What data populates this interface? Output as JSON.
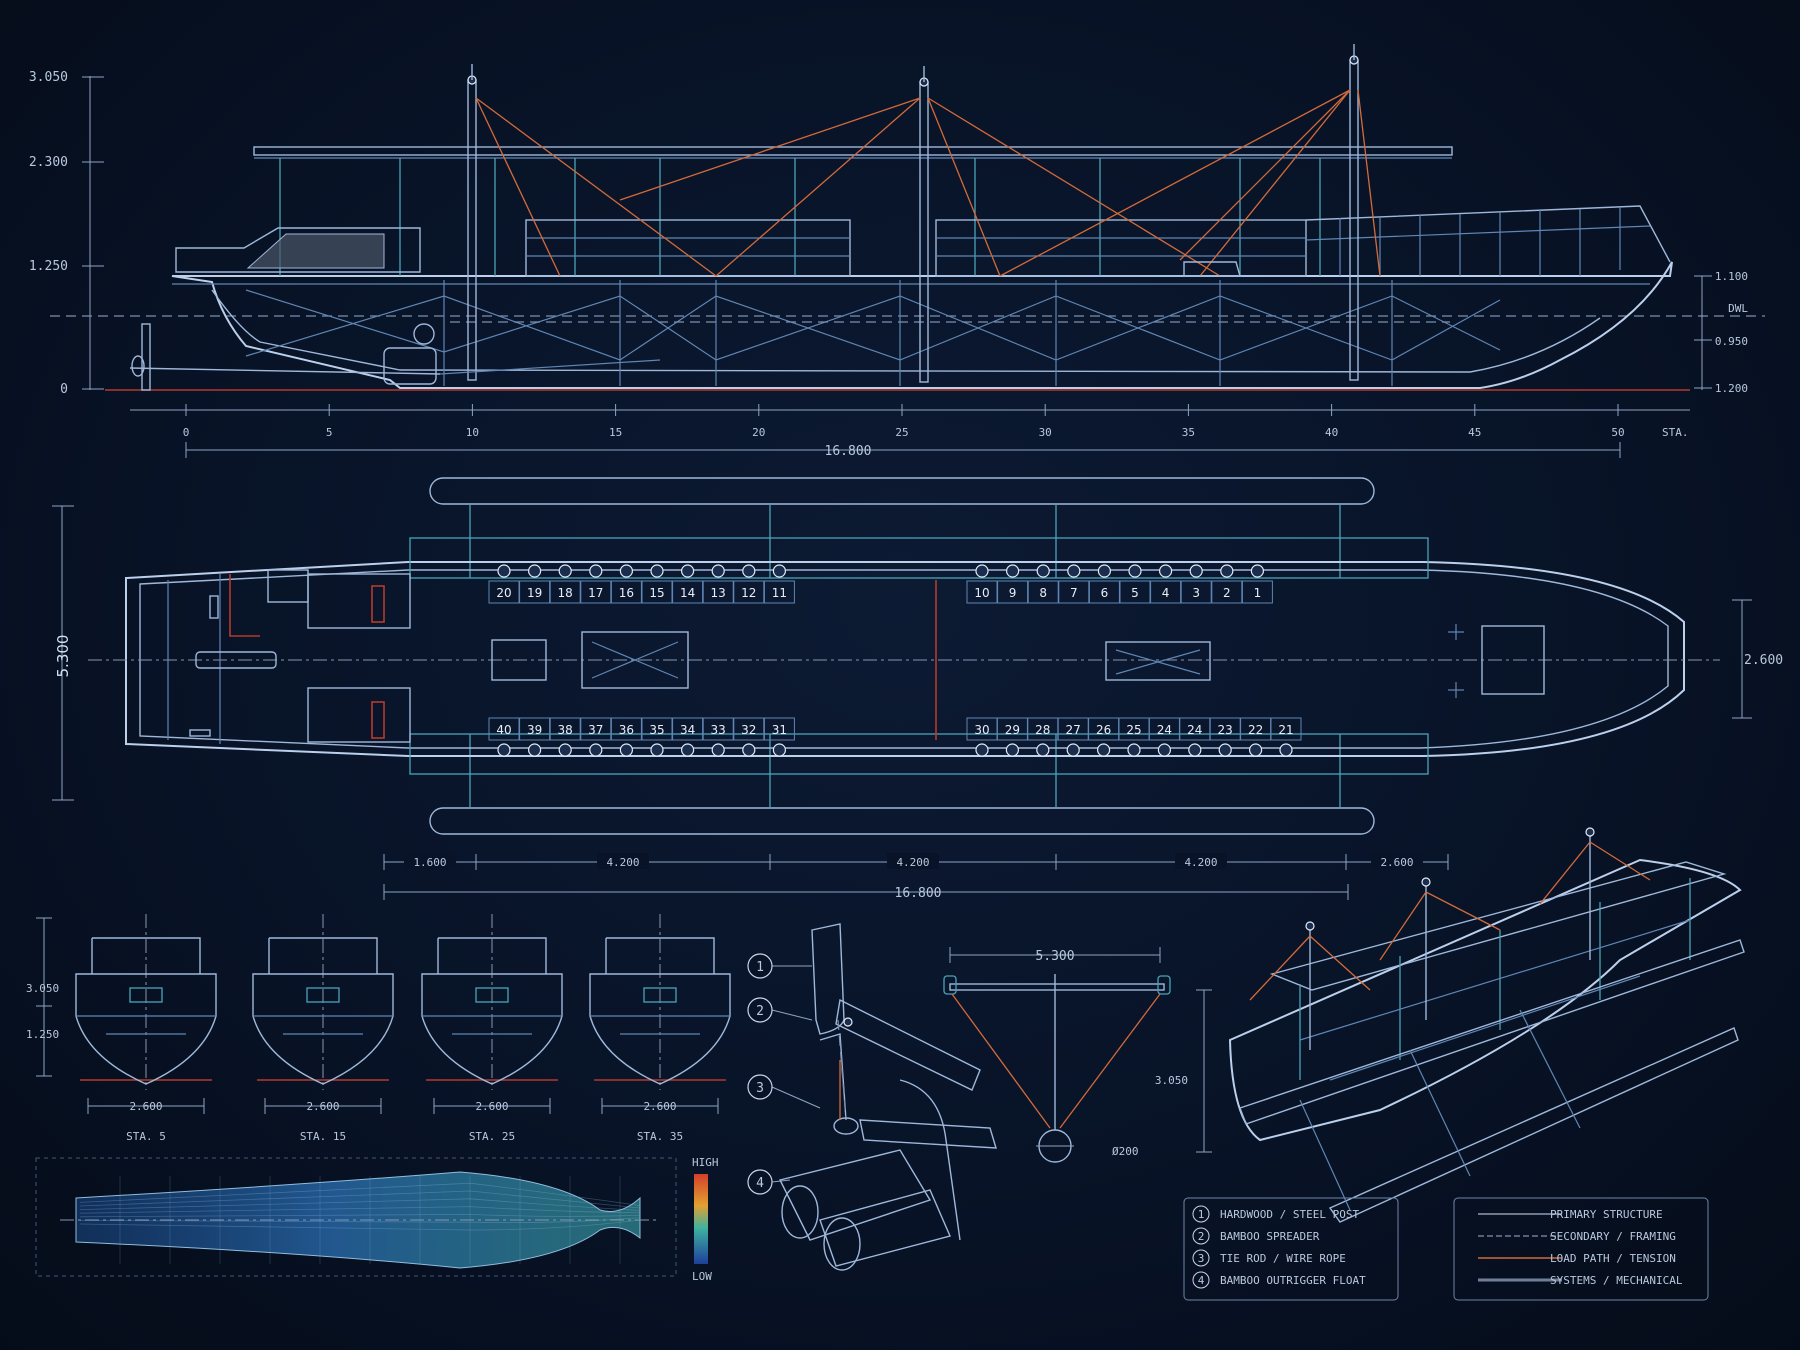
{
  "profile": {
    "height_labels": [
      "3.050",
      "2.300",
      "1.250",
      "0"
    ],
    "right_labels": [
      "1.100",
      "DWL",
      "0.950",
      "1.200"
    ],
    "stations": [
      "0",
      "5",
      "10",
      "15",
      "20",
      "25",
      "30",
      "35",
      "40",
      "45",
      "50"
    ],
    "station_unit": "STA.",
    "length": "16.800"
  },
  "plan": {
    "beam": "5.300",
    "beam_right": "2.600",
    "seats_top_left": [
      "20",
      "19",
      "18",
      "17",
      "16",
      "15",
      "14",
      "13",
      "12",
      "11"
    ],
    "seats_top_right": [
      "10",
      "9",
      "8",
      "7",
      "6",
      "5",
      "4",
      "3",
      "2",
      "1"
    ],
    "seats_bottom_left": [
      "40",
      "39",
      "38",
      "37",
      "36",
      "35",
      "34",
      "33",
      "32",
      "31"
    ],
    "seats_bottom_right": [
      "30",
      "29",
      "28",
      "27",
      "26",
      "25",
      "24",
      "24",
      "23",
      "22",
      "21"
    ],
    "segment_dims": [
      "1.600",
      "4.200",
      "4.200",
      "4.200",
      "2.600"
    ],
    "total_length": "16.800"
  },
  "sections": {
    "height_labels": [
      "3.050",
      "1.250"
    ],
    "width": "2.600",
    "stations": [
      "STA. 5",
      "STA. 15",
      "STA. 25",
      "STA. 35"
    ]
  },
  "waterplane": {
    "scale_high": "HIGH",
    "scale_low": "LOW"
  },
  "detail": {
    "callouts": [
      "1",
      "2",
      "3",
      "4"
    ],
    "spreader_width": "5.300",
    "float_dia": "Ø200"
  },
  "iso": {
    "height": "3.050"
  },
  "legend_parts": [
    {
      "num": "1",
      "label": "HARDWOOD / STEEL POST"
    },
    {
      "num": "2",
      "label": "BAMBOO SPREADER"
    },
    {
      "num": "3",
      "label": "TIE ROD / WIRE ROPE"
    },
    {
      "num": "4",
      "label": "BAMBOO OUTRIGGER FLOAT"
    }
  ],
  "legend_lines": [
    {
      "label": "PRIMARY STRUCTURE",
      "color": "#a9b8cc"
    },
    {
      "label": "SECONDARY / FRAMING",
      "color": "#8193ad"
    },
    {
      "label": "LOAD PATH / TENSION",
      "color": "#d36a3a"
    },
    {
      "label": "SYSTEMS / MECHANICAL",
      "color": "#6f7f98"
    }
  ],
  "colors": {
    "background": "#07101f",
    "structure": "#bcd0ec",
    "framing": "#5f86b4",
    "tension": "#d36a3a",
    "waterline": "#b63a2c"
  }
}
